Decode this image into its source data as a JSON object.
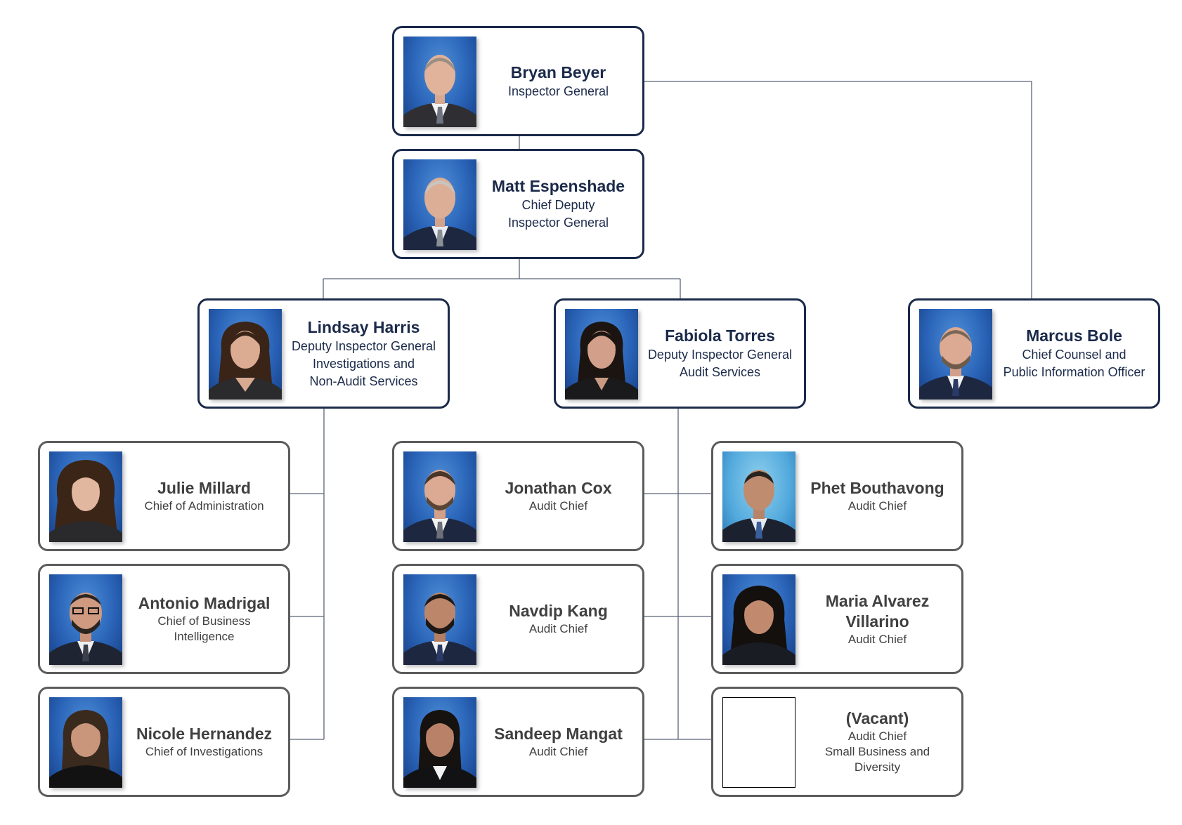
{
  "org_chart": {
    "executives": [
      {
        "id": "bryan-beyer",
        "name": "Bryan Beyer",
        "title_lines": [
          "Inspector General"
        ]
      },
      {
        "id": "matt-espenshade",
        "name": "Matt Espenshade",
        "title_lines": [
          "Chief Deputy",
          "Inspector General"
        ]
      },
      {
        "id": "lindsay-harris",
        "name": "Lindsay Harris",
        "title_lines": [
          "Deputy Inspector General",
          "Investigations and",
          "Non-Audit Services"
        ]
      },
      {
        "id": "fabiola-torres",
        "name": "Fabiola Torres",
        "title_lines": [
          "Deputy Inspector General",
          "Audit Services"
        ]
      },
      {
        "id": "marcus-bole",
        "name": "Marcus Bole",
        "title_lines": [
          "Chief Counsel and",
          "Public Information Officer"
        ]
      }
    ],
    "staff": [
      {
        "id": "julie-millard",
        "name": "Julie Millard",
        "title_lines": [
          "Chief of Administration"
        ]
      },
      {
        "id": "antonio-madrigal",
        "name": "Antonio Madrigal",
        "title_lines": [
          "Chief of Business",
          "Intelligence"
        ]
      },
      {
        "id": "nicole-hernandez",
        "name": "Nicole Hernandez",
        "title_lines": [
          "Chief of Investigations"
        ]
      },
      {
        "id": "jonathan-cox",
        "name": "Jonathan Cox",
        "title_lines": [
          "Audit Chief"
        ]
      },
      {
        "id": "navdip-kang",
        "name": "Navdip Kang",
        "title_lines": [
          "Audit Chief"
        ]
      },
      {
        "id": "sandeep-mangat",
        "name": "Sandeep Mangat",
        "title_lines": [
          "Audit Chief"
        ]
      },
      {
        "id": "phet-bouthavong",
        "name": "Phet Bouthavong",
        "title_lines": [
          "Audit Chief"
        ]
      },
      {
        "id": "maria-alvarez-villarino",
        "name": "Maria Alvarez Villarino",
        "title_lines": [
          "Audit Chief"
        ]
      },
      {
        "id": "vacant",
        "name": "(Vacant)",
        "title_lines": [
          "Audit Chief",
          "Small Business and",
          "Diversity"
        ]
      }
    ]
  },
  "colors": {
    "executive_border": "#1b2a4a",
    "staff_border": "#5c5c5c",
    "connector": "#5a6577",
    "executive_text": "#1b2a4a",
    "staff_text": "#404040",
    "photo_background": "#2a64b8"
  }
}
